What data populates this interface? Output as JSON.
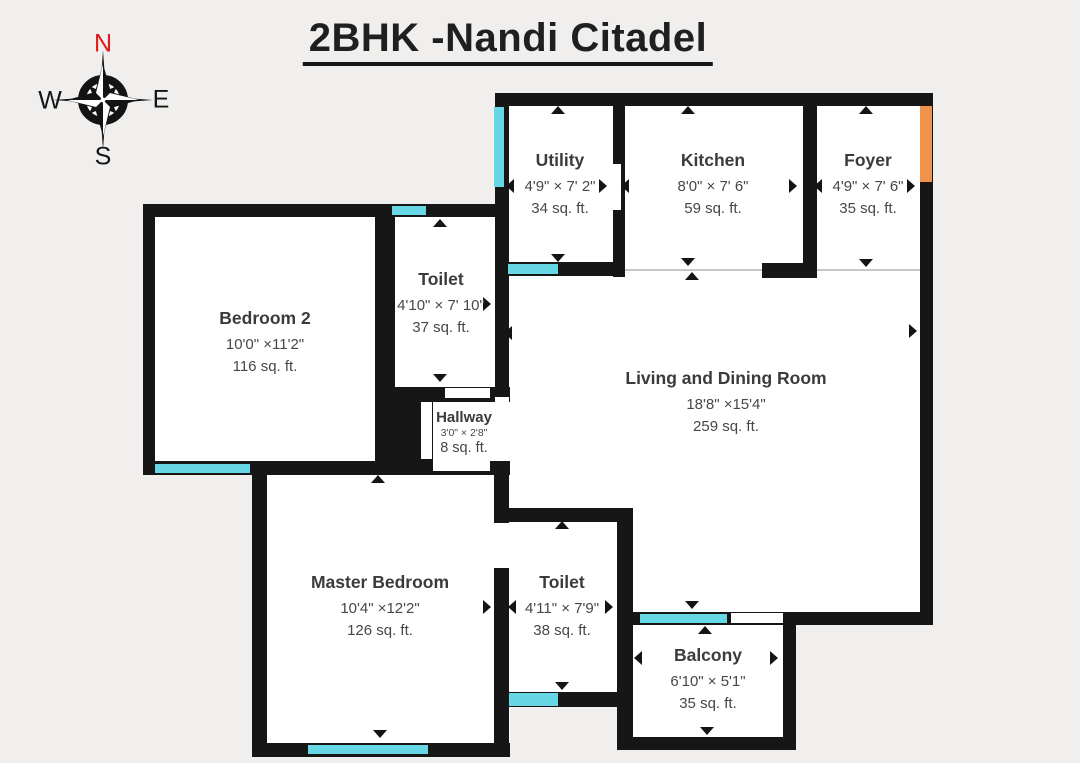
{
  "title": "2BHK -Nandi Citadel",
  "compass": {
    "north": "N",
    "east": "E",
    "south": "S",
    "west": "W"
  },
  "colors": {
    "wall": "#161616",
    "window": "#67d7e5",
    "entry_door": "#f0924a",
    "background": "#f1efed",
    "north_letter": "#de1a1a"
  },
  "rooms": [
    {
      "name": "Utility",
      "dims": "4'9\" × 7' 2\"",
      "area": "34 sq. ft."
    },
    {
      "name": "Kitchen",
      "dims": "8'0\" × 7' 6\"",
      "area": "59 sq. ft."
    },
    {
      "name": "Foyer",
      "dims": "4'9\" × 7' 6\"",
      "area": "35 sq. ft."
    },
    {
      "name": "Toilet",
      "dims": "4'10\" × 7' 10\"",
      "area": "37 sq. ft."
    },
    {
      "name": "Bedroom 2",
      "dims": "10'0\" ×11'2\"",
      "area": "116 sq. ft."
    },
    {
      "name": "Hallway",
      "dims": "3'0\" × 2'8\"",
      "area": "8 sq. ft."
    },
    {
      "name": "Living and Dining Room",
      "dims": "18'8\" ×15'4\"",
      "area": "259 sq. ft."
    },
    {
      "name": "Master Bedroom",
      "dims": "10'4\" ×12'2\"",
      "area": "126 sq. ft."
    },
    {
      "name": "Toilet",
      "dims": "4'11\" × 7'9\"",
      "area": "38 sq. ft."
    },
    {
      "name": "Balcony",
      "dims": "6'10\" × 5'1\"",
      "area": "35 sq. ft."
    }
  ]
}
